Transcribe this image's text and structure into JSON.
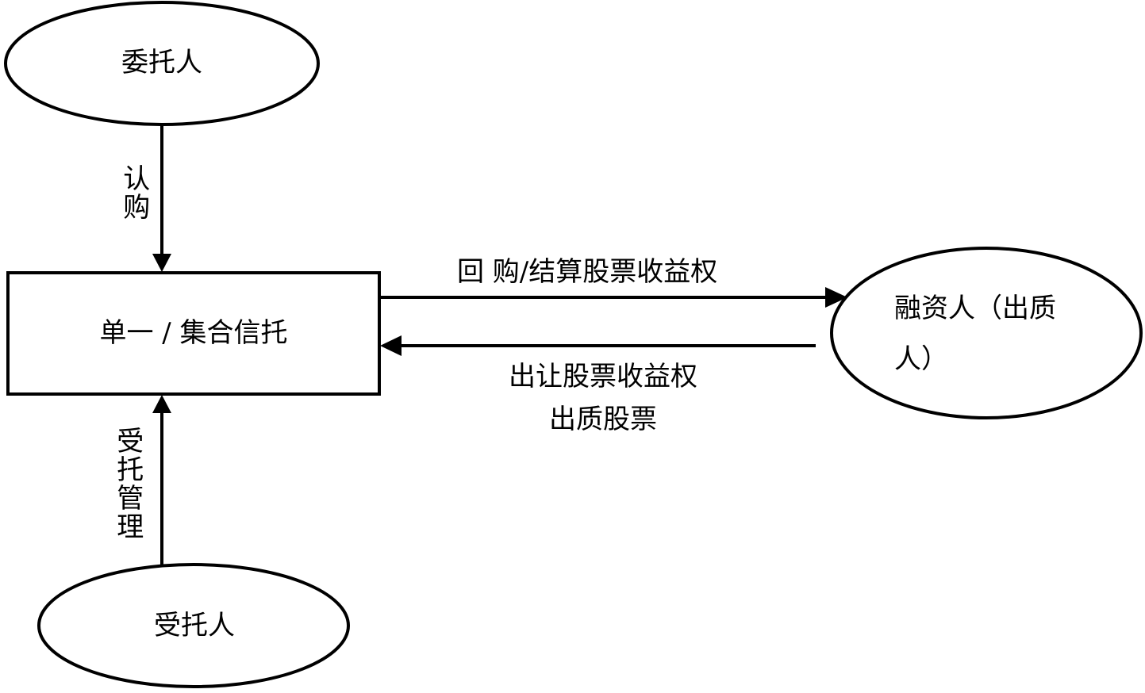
{
  "nodes": {
    "settlor": {
      "label": "委托人"
    },
    "trust": {
      "label": "单一 / 集合信托"
    },
    "trustee": {
      "label": "受托人"
    },
    "financier": {
      "label_line1": "融资人（出质",
      "label_line2": "人）"
    }
  },
  "edges": {
    "subscribe": {
      "label": "认购"
    },
    "trust_management": {
      "label": "受托管理"
    },
    "buyback": {
      "label": "回 购/结算股票收益权"
    },
    "transfer": {
      "label_line1": "出让股票收益权",
      "label_line2": "出质股票"
    }
  }
}
